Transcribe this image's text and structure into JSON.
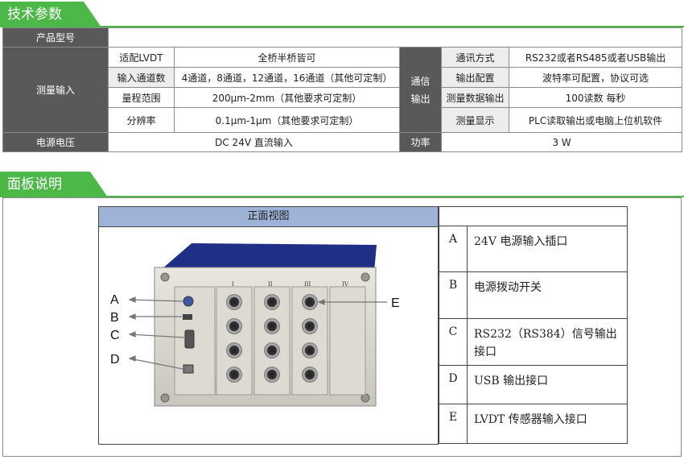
{
  "sections": {
    "specs_title": "技术参数",
    "panel_title": "面板说明"
  },
  "specs": {
    "model_label": "产品型号",
    "model_value": "",
    "measure_input_label": "测量输入",
    "lvdt_label": "适配LVDT",
    "lvdt_value": "全桥半桥皆可",
    "channels_label": "输入通道数",
    "channels_value": "4通道，8通道，12通道，16通道（其他可定制）",
    "range_label": "量程范围",
    "range_value": "200μm-2mm（其他要求可定制）",
    "resolution_label": "分辨率",
    "resolution_value": "0.1μm-1μm（其他要求可定制）",
    "comm_output_label_1": "通信",
    "comm_output_label_2": "输出",
    "comm_mode_label": "通讯方式",
    "comm_mode_value": "RS232或者RS485或者USB输出",
    "output_config_label": "输出配置",
    "output_config_value": "波特率可配置，协议可选",
    "data_output_label": "测量数据输出",
    "data_output_value": "100读数 每秒",
    "display_label": "测量显示",
    "display_value": "PLC读取输出或电脑上位机软件",
    "power_supply_label": "电源电压",
    "power_supply_value": "DC 24V 直流输入",
    "power_label": "功率",
    "power_value": "3 W"
  },
  "front_view": {
    "caption": "正面视图",
    "callouts": [
      "A",
      "B",
      "C",
      "D",
      "E"
    ],
    "slots": [
      "I",
      "II",
      "III",
      "IV"
    ]
  },
  "legend": [
    {
      "key": "A",
      "text": "24V 电源输入插口"
    },
    {
      "key": "B",
      "text": "电源拨动开关"
    },
    {
      "key": "C",
      "text": "RS232（RS384）信号输出接口"
    },
    {
      "key": "D",
      "text": "USB 输出接口"
    },
    {
      "key": "E",
      "text": "LVDT 传感器输入接口"
    }
  ],
  "colors": {
    "accent_green": "#4cb848",
    "dark_cell": "#595959",
    "light_cell": "#ededed",
    "caption_blue": "#9fb2d8",
    "device_top": "#1f2f86"
  }
}
